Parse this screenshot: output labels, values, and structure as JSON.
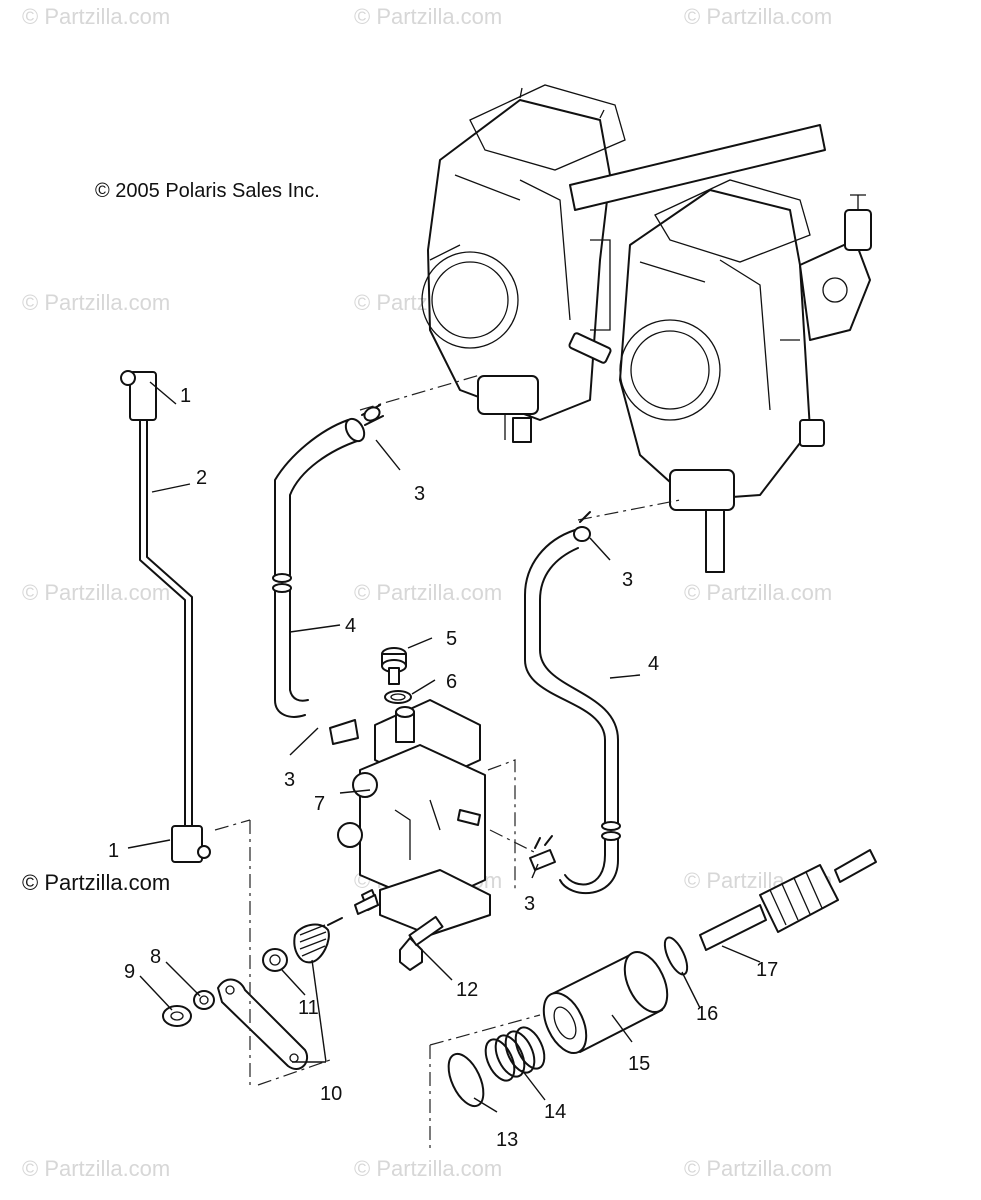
{
  "watermarks": {
    "text": "© Partzilla.com",
    "color": "#d7d7d7"
  },
  "copyright": "© 2005 Polaris Sales Inc.",
  "footer_brand": "© Partzilla.com",
  "callouts": {
    "c1a": "1",
    "c1b": "1",
    "c2": "2",
    "c3a": "3",
    "c3b": "3",
    "c3c": "3",
    "c3d": "3",
    "c4a": "4",
    "c4b": "4",
    "c5": "5",
    "c6": "6",
    "c7": "7",
    "c8": "8",
    "c9": "9",
    "c10": "10",
    "c11": "11",
    "c12": "12",
    "c13": "13",
    "c14": "14",
    "c15": "15",
    "c16": "16",
    "c17": "17"
  }
}
